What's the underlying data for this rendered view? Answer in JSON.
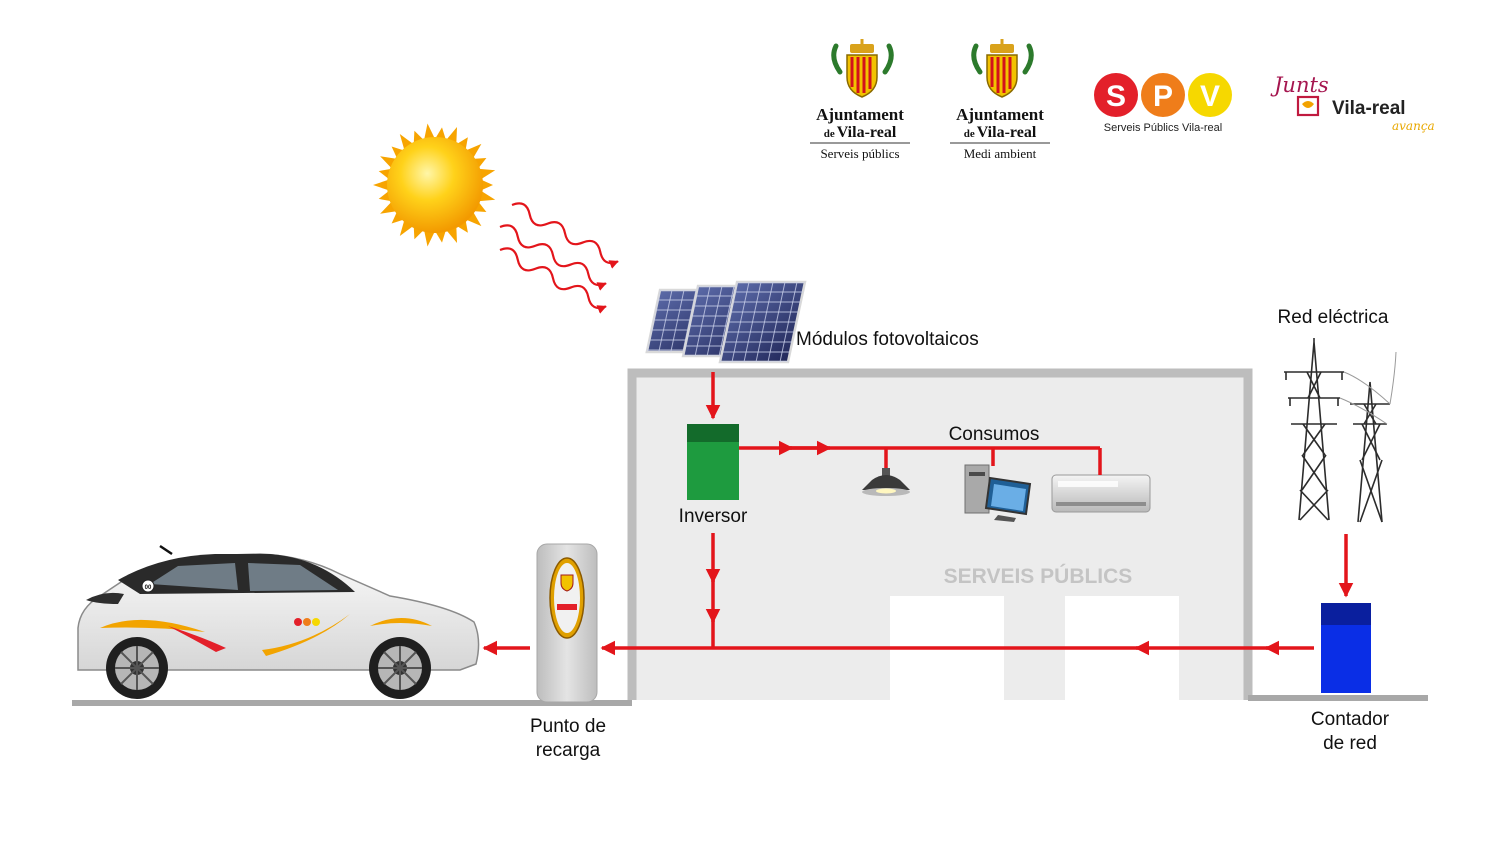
{
  "logos": {
    "ajuntament_1": {
      "line1": "Ajuntament",
      "line2_pre": "de",
      "line2": "Vila-real",
      "sub": "Serveis públics"
    },
    "ajuntament_2": {
      "line1": "Ajuntament",
      "line2_pre": "de",
      "line2": "Vila-real",
      "sub": "Medi ambient"
    },
    "spv": {
      "letters": [
        "S",
        "P",
        "V"
      ],
      "caption": "Serveis Públics Vila-real",
      "colors": [
        "#e3202a",
        "#ef7d1a",
        "#f6d800"
      ]
    },
    "junts": {
      "top": "Junts",
      "main": "Vila-real",
      "tag": "avança"
    }
  },
  "labels": {
    "panels": "Módulos fotovoltaicos",
    "grid": "Red eléctrica",
    "consumption": "Consumos",
    "inverter": "Inversor",
    "building": "SERVEIS PÚBLICS",
    "charger_line1": "Punto de",
    "charger_line2": "recarga",
    "meter_line1": "Contador",
    "meter_line2": "de red"
  },
  "car": {
    "badge": "00"
  },
  "colors": {
    "flow": "#e3151b",
    "building_fill": "#ececec",
    "building_wall": "#bdbdbd",
    "inverter": "#1e9b3f",
    "meter": "#0a2ee6",
    "ground": "#a8a8a8"
  }
}
